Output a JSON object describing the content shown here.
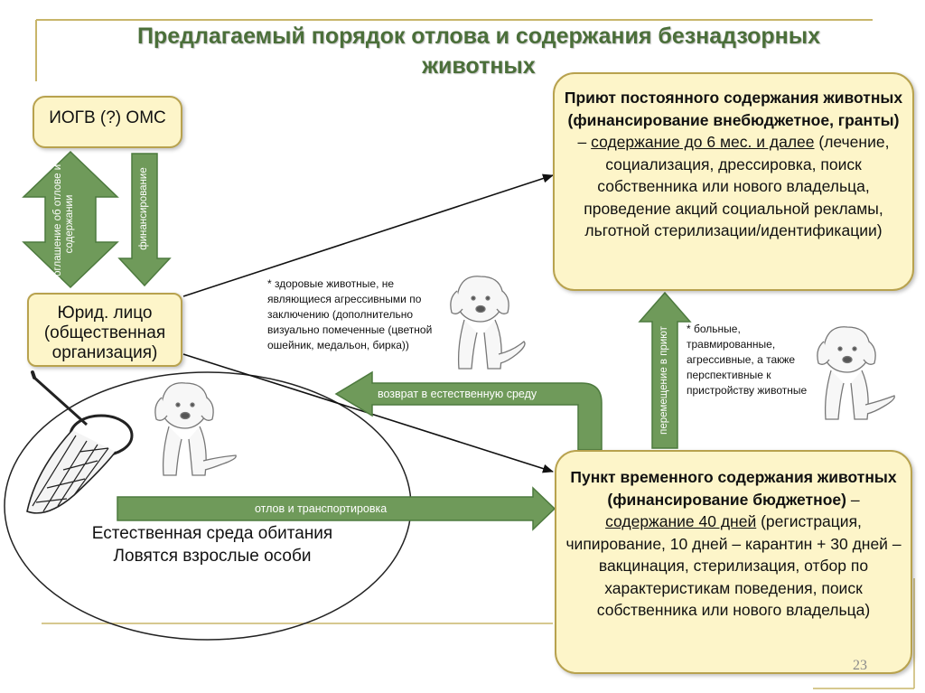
{
  "title": "Предлагаемый порядок отлова и содержания безнадзорных\nживотных",
  "boxes": {
    "iogv": "ИОГВ (?) ОМС",
    "jur_line1": "Юрид. лицо",
    "jur_line2": "(общественная",
    "jur_line3": "организация)",
    "shelter_bold": "Приют постоянного содержания животных (финансирование внебюджетное, гранты)",
    "shelter_dash": " – ",
    "shelter_underline": "содержание до 6 мес. и далее",
    "shelter_rest": " (лечение, социализация, дрессировка, поиск собственника или нового владельца,  проведение акций социальной рекламы, льготной стерилизации/идентификации)",
    "temp_bold": "Пункт временного содержания животных  (финансирование бюджетное)",
    "temp_dash": " – ",
    "temp_underline": "содержание 40 дней",
    "temp_rest": " (регистрация, чипирование, 10 дней – карантин + 30 дней – вакцинация, стерилизация, отбор по характеристикам поведения, поиск собственника или нового владельца)"
  },
  "arrows": {
    "agreement": "Соглашение об отлове и содержании",
    "financing": "финансирование",
    "return": "возврат в естественную среду",
    "catch": "отлов и транспортировка",
    "move_shelter": "перемещение в приют"
  },
  "notes": {
    "healthy": "* здоровые животные, не являющиеся агрессивными по заключению (дополнительно визуально помеченные (цветной ошейник, медальон, бирка))",
    "sick": "* больные, травмированные, агрессивные, а также перспективные к пристройству животные"
  },
  "habitat": {
    "line1": "Естественная среда обитания",
    "line2": "Ловятся  взрослые особи"
  },
  "page_number": "23",
  "colors": {
    "title": "#4b6f3a",
    "arrow_fill": "#6f9a5a",
    "arrow_border": "#4d7a3e",
    "box_fill": "#fdf5c9",
    "box_border": "#b8a24e",
    "frame_line": "#c8b56a"
  }
}
